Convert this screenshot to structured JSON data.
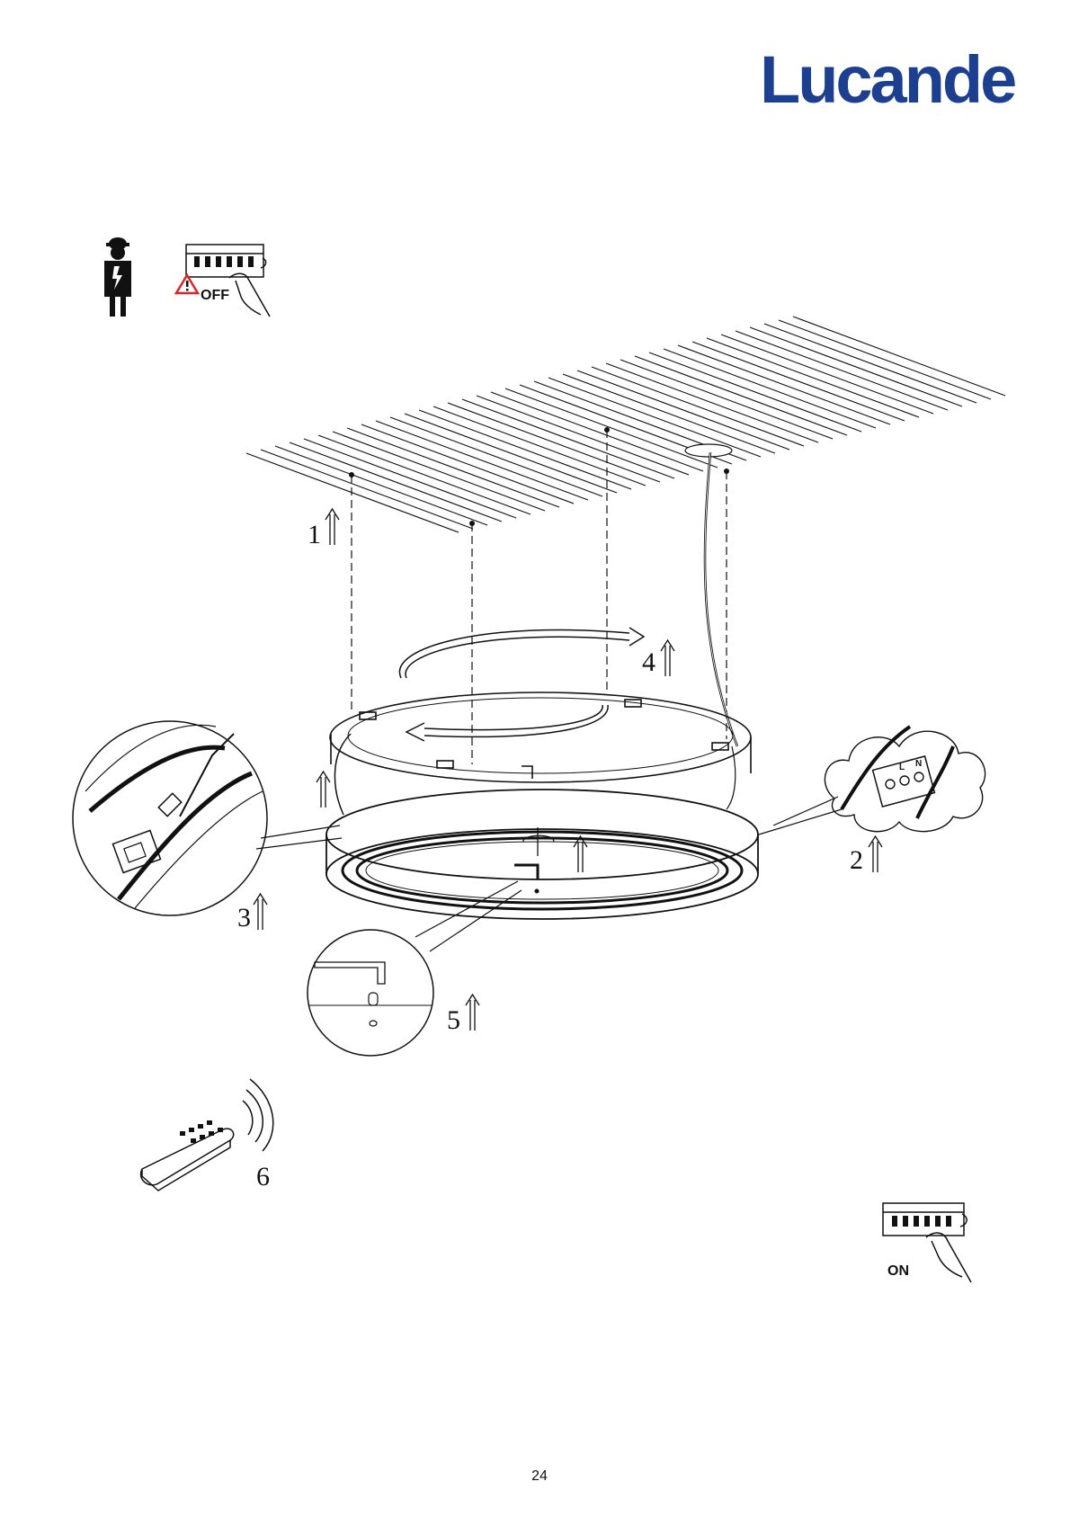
{
  "brand": {
    "logo_text": "Lucande",
    "color": "#1d3f8f"
  },
  "labels": {
    "off": "OFF",
    "on": "ON"
  },
  "steps": [
    "1",
    "2",
    "3",
    "4",
    "5",
    "6"
  ],
  "terminal": {
    "l": "L",
    "n": "N"
  },
  "icons": [
    "electrician-icon",
    "warning-icon",
    "breaker-off-icon",
    "breaker-on-icon",
    "remote-control-icon",
    "hex-key-icon"
  ],
  "page_number": "24",
  "colors": {
    "warning": "#d9262a",
    "ink": "#111111"
  }
}
